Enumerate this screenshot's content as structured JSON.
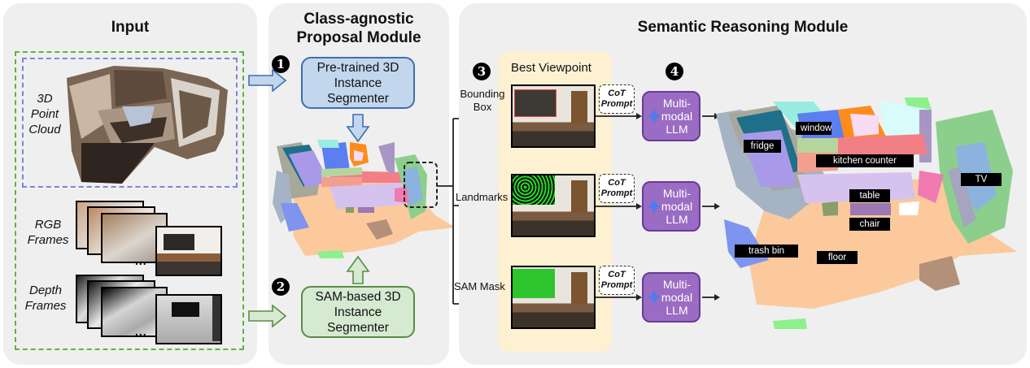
{
  "panels": {
    "input": {
      "title": "Input",
      "point_cloud_label_lines": [
        "3D",
        "Point",
        "Cloud"
      ],
      "rgb_label_lines": [
        "RGB",
        "Frames"
      ],
      "depth_label_lines": [
        "Depth",
        "Frames"
      ],
      "ellipsis": "..."
    },
    "proposal": {
      "title_lines": [
        "Class-agnostic",
        "Proposal Module"
      ],
      "step1_badge": "1",
      "step2_badge": "2",
      "pretrained_box_lines": [
        "Pre-trained 3D",
        "Instance",
        "Segmenter"
      ],
      "sam_box_lines": [
        "SAM-based 3D",
        "Instance",
        "Segmenter"
      ]
    },
    "reasoning": {
      "title": "Semantic Reasoning Module",
      "step3_badge": "3",
      "step4_badge": "4",
      "best_viewpoint_label": "Best Viewpoint",
      "branches": [
        {
          "label_lines": [
            "Bounding",
            "Box"
          ],
          "visual_prompt": "bounding-box",
          "cot_lines": [
            "CoT",
            "Prompt"
          ],
          "llm_lines": [
            "Multi-",
            "modal",
            "LLM"
          ]
        },
        {
          "label_lines": [
            "Landmarks"
          ],
          "visual_prompt": "landmarks",
          "cot_lines": [
            "CoT",
            "Prompt"
          ],
          "llm_lines": [
            "Multi-",
            "modal",
            "LLM"
          ]
        },
        {
          "label_lines": [
            "SAM Mask"
          ],
          "visual_prompt": "sam-mask",
          "cot_lines": [
            "CoT",
            "Prompt"
          ],
          "llm_lines": [
            "Multi-",
            "modal",
            "LLM"
          ]
        }
      ],
      "semantic_labels": [
        "fridge",
        "window",
        "kitchen counter",
        "TV",
        "table",
        "chair",
        "trash bin",
        "floor"
      ]
    }
  },
  "colors": {
    "panel_bg": "#efefef",
    "pretrained_fill": "#c2d6ee",
    "pretrained_border": "#3f6fae",
    "sam_fill": "#d5ead0",
    "sam_border": "#5a8c45",
    "llm_fill": "#9a6cc3",
    "llm_border": "#6a3a97",
    "best_viewpoint_bg": "#fdf1d2",
    "point_cloud_dash": "#7b86d6",
    "input_dash": "#5bb53d",
    "floor": "#fbc99b"
  }
}
